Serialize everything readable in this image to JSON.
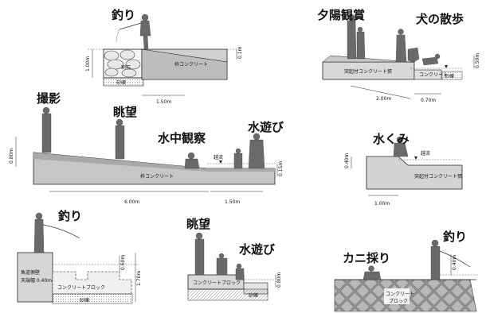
{
  "panels": {
    "p1": {
      "activity": "釣り",
      "dim_height": "1.00m",
      "dim_width": "1.50m",
      "dim_small": "0.1m",
      "label_stone": "割石",
      "label_concrete": "枠コンクリート",
      "label_gravel": "砂礫"
    },
    "p2": {
      "activity_a": "夕陽観賞",
      "activity_b": "犬の散歩",
      "dim_height": "0.50m",
      "dim_width_a": "2.00m",
      "dim_width_b": "0.70m",
      "label_block": "突起付コンクリート張",
      "label_concrete": "コンクリート",
      "label_gravel": "砂礫"
    },
    "p3": {
      "activity_photo": "撮影",
      "activity_view": "眺望",
      "activity_underwater": "水中観察",
      "activity_play": "水遊び",
      "dim_height": "0.80m",
      "dim_width_a": "6.00m",
      "dim_width_b": "1.50m",
      "dim_small": "0.15m",
      "label_overflow": "越流",
      "label_concrete": "枠コンクリート"
    },
    "p4": {
      "activity": "水くみ",
      "dim_height": "0.40m",
      "dim_width": "1.00m",
      "label_overflow": "越流",
      "label_block": "突起付コンクリート張"
    },
    "p5": {
      "activity": "釣り",
      "dim_height_a": "0.60m",
      "dim_height_b": "1.70m",
      "label_wall_1": "魚道側壁",
      "label_wall_2": "天端幅 0.40m",
      "label_block": "コンクリートブロック",
      "label_gravel": "砂礫"
    },
    "p6": {
      "activity_view": "眺望",
      "activity_play": "水遊び",
      "dim_height": "0.80m",
      "label_block": "コンクリートブロック",
      "label_gravel": "砂礫"
    },
    "p7": {
      "activity_crab": "カニ採り",
      "activity_fish": "釣り",
      "dim_height": "0.40m",
      "label_block_1": "コンクリート",
      "label_block_2": "ブロック"
    }
  }
}
